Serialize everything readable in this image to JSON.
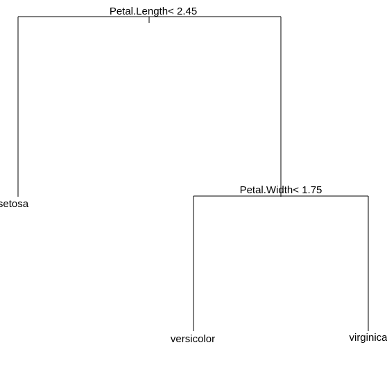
{
  "tree": {
    "root": {
      "split_label": "Petal.Length< 2.45",
      "left": {
        "leaf_label": "setosa"
      },
      "right": {
        "split_label": "Petal.Width< 1.75",
        "left": {
          "leaf_label": "versicolor"
        },
        "right": {
          "leaf_label": "virginica"
        }
      }
    }
  },
  "colors": {
    "line": "#000000",
    "text": "#000000",
    "background": "#ffffff"
  }
}
